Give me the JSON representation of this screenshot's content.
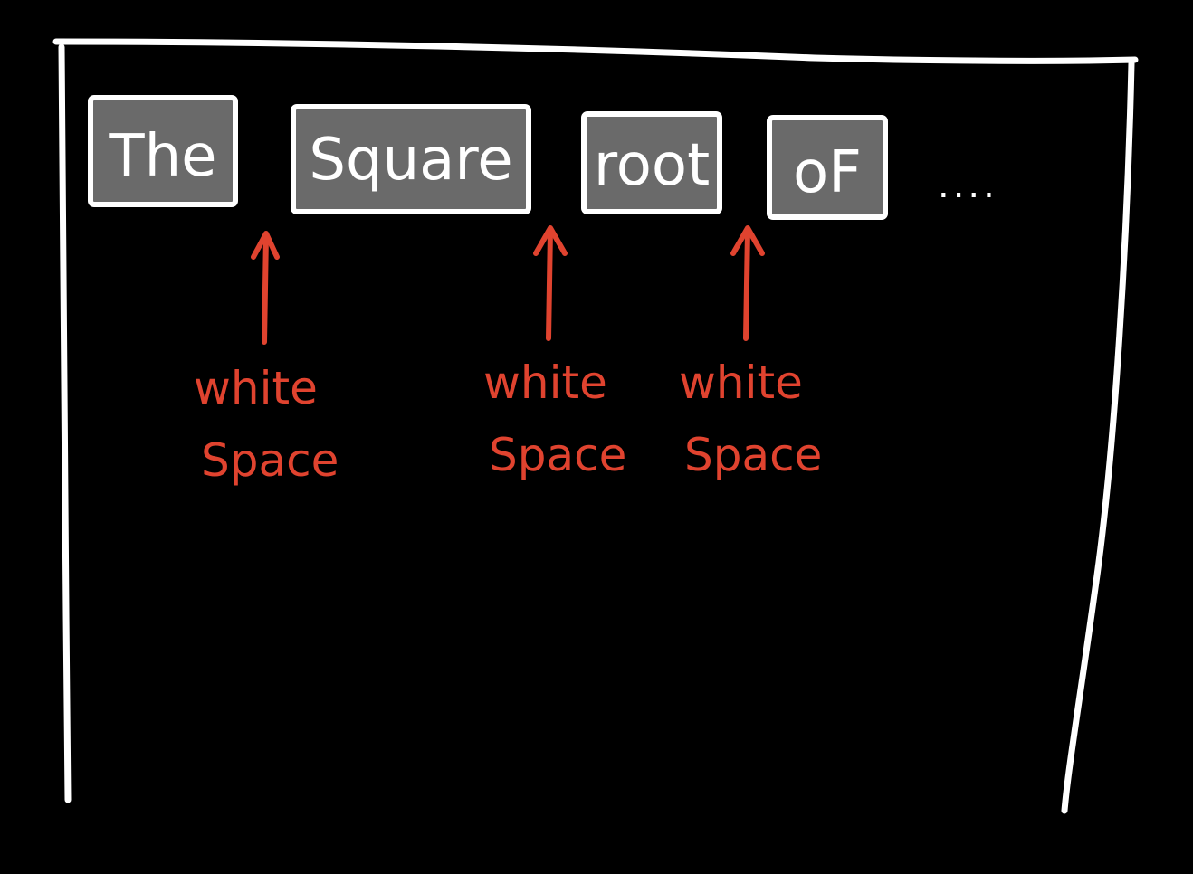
{
  "colors": {
    "background": "#000000",
    "frame": "#ffffff",
    "box_fill": "#6a6a6a",
    "box_stroke": "#ffffff",
    "word_text": "#ffffff",
    "annotation": "#e0432f"
  },
  "tokens": [
    {
      "text": "The"
    },
    {
      "text": "Square"
    },
    {
      "text": "root"
    },
    {
      "text": "oF"
    }
  ],
  "ellipsis": "....",
  "annotations": [
    {
      "line1": "white",
      "line2": "Space"
    },
    {
      "line1": "white",
      "line2": "Space"
    },
    {
      "line1": "white",
      "line2": "Space"
    }
  ]
}
